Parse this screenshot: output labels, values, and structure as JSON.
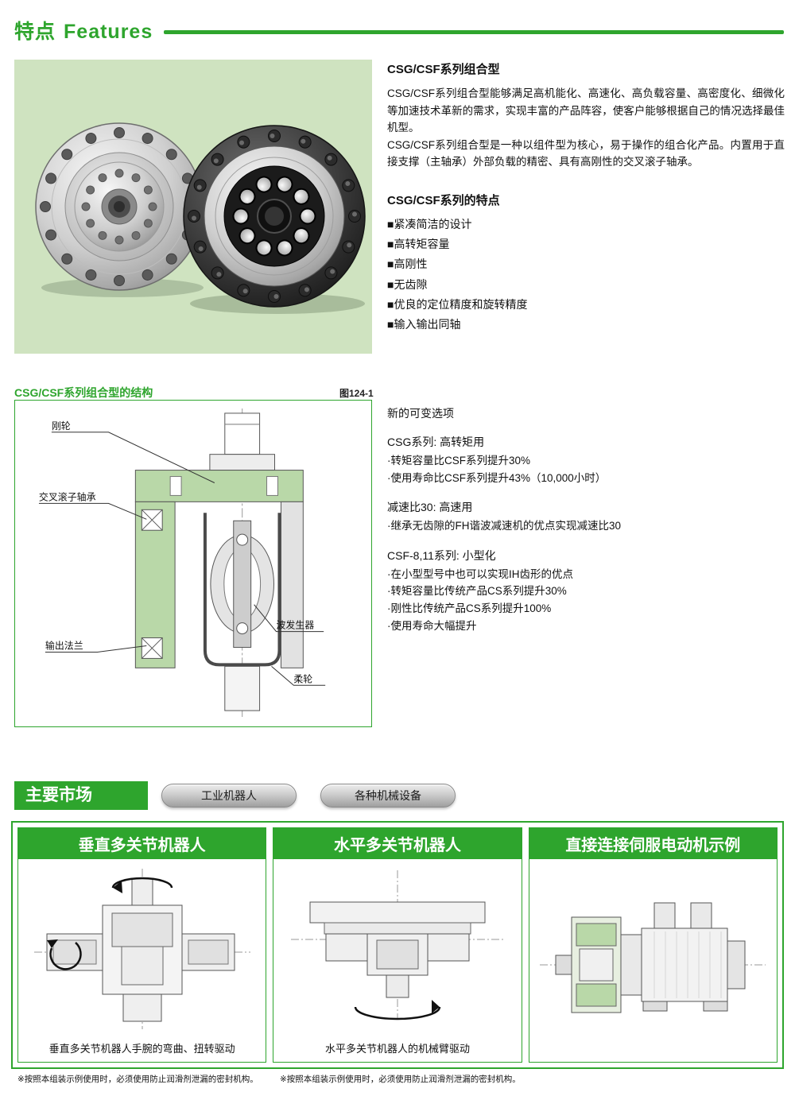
{
  "colors": {
    "accent": "#2ea52d",
    "panel": "#cfe3c0",
    "part": "#b9d8a8"
  },
  "header": {
    "title_cn": "特点",
    "title_en": "Features"
  },
  "overview": {
    "heading": "CSG/CSF系列组合型",
    "para1": "CSG/CSF系列组合型能够满足高机能化、高速化、高负载容量、高密度化、细微化等加速技术革新的需求，实现丰富的产品阵容，使客户能够根据自己的情况选择最佳机型。",
    "para2": "CSG/CSF系列组合型是一种以组件型为核心，易于操作的组合化产品。内置用于直接支撑（主轴承）外部负载的精密、具有高刚性的交叉滚子轴承。",
    "features_heading": "CSG/CSF系列的特点",
    "features": [
      "■紧凑简洁的设计",
      "■高转矩容量",
      "■高刚性",
      "■无齿隙",
      "■优良的定位精度和旋转精度",
      "■输入输出同轴"
    ]
  },
  "structure": {
    "title": "CSG/CSF系列组合型的结构",
    "figure_no": "图124-1",
    "labels": {
      "circular_spline": "刚轮",
      "cross_roller_bearing": "交叉滚子轴承",
      "output_flange": "输出法兰",
      "wave_generator": "波发生器",
      "flexspline": "柔轮"
    },
    "options_heading": "新的可变选项",
    "groups": [
      {
        "heading": "CSG系列: 高转矩用",
        "items": [
          "·转矩容量比CSF系列提升30%",
          "·使用寿命比CSF系列提升43%（10,000小时）"
        ]
      },
      {
        "heading": "减速比30: 高速用",
        "items": [
          "·继承无齿隙的FH谐波减速机的优点实现减速比30"
        ]
      },
      {
        "heading": "CSF-8,11系列: 小型化",
        "items": [
          "·在小型型号中也可以实现IH齿形的优点",
          "·转矩容量比传统产品CS系列提升30%",
          "·刚性比传统产品CS系列提升100%",
          "·使用寿命大幅提升"
        ]
      }
    ]
  },
  "markets": {
    "title": "主要市场",
    "buttons": [
      "工业机器人",
      "各种机械设备"
    ]
  },
  "applications": {
    "columns": [
      {
        "title": "垂直多关节机器人",
        "caption": "垂直多关节机器人手腕的弯曲、扭转驱动",
        "note": "※按照本组装示例使用时，必须使用防止润滑剂泄漏的密封机构。"
      },
      {
        "title": "水平多关节机器人",
        "caption": "水平多关节机器人的机械臂驱动",
        "note": "※按照本组装示例使用时，必须使用防止润滑剂泄漏的密封机构。"
      },
      {
        "title": "直接连接伺服电动机示例",
        "caption": "",
        "note": ""
      }
    ]
  }
}
